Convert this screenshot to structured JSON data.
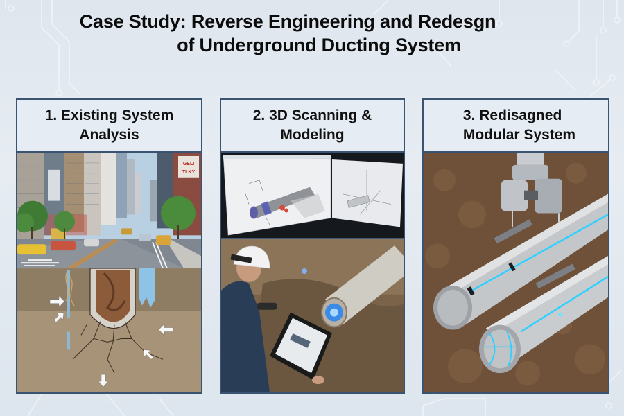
{
  "slide": {
    "title_line1": "Case Study: Reverse Engineering and Redesgn",
    "title_line2": "of Underground Ducting System",
    "colors": {
      "background": "#e2e9f0",
      "panel_border": "#3a5370",
      "panel_header_bg": "#e6ecf3",
      "text": "#111111",
      "accent_glow": "#2fd0ff"
    }
  },
  "panels": [
    {
      "number": "1.",
      "label_line1": "1. Existing System",
      "label_line2": "Analysis",
      "image": "city street above cracked underground duct with root intrusion, water infiltration and soil pressure arrows"
    },
    {
      "number": "2.",
      "label_line1": "2. 3D Scanning &",
      "label_line2": "Modeling",
      "image": "3D CAD model of pipe on two screens; engineer in hard hat scanning exposed pipe with handheld scanner and tablet"
    },
    {
      "number": "3.",
      "label_line1": "3. Redisagned",
      "label_line2": "Modular System",
      "image": "robotic arm placing modular grey twin ducts with glowing blue sensor lines in soil"
    }
  ]
}
